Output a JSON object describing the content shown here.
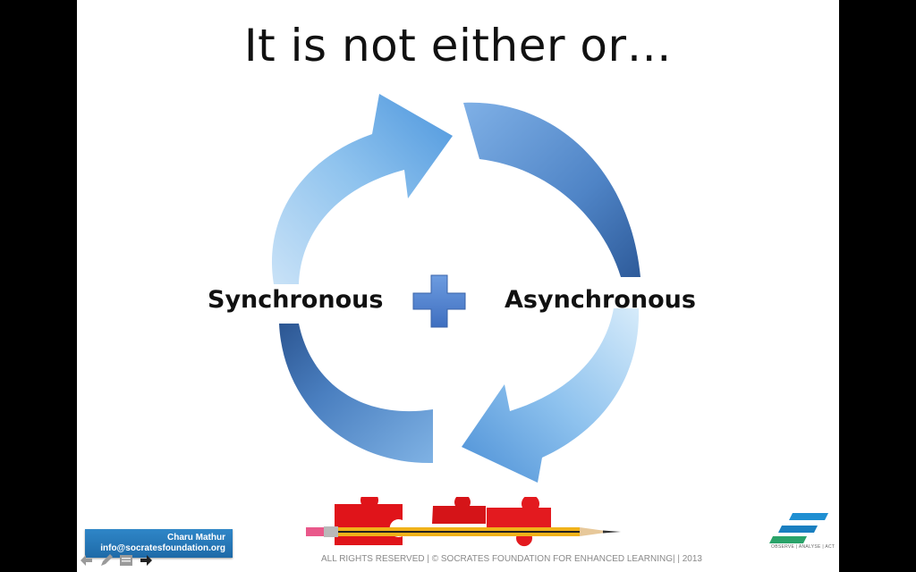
{
  "slide": {
    "title": "It is not either or…",
    "left_label": "Synchronous",
    "right_label": "Asynchronous",
    "footer": "ALL RIGHTS RESERVED  |   © SOCRATES FOUNDATION FOR ENHANCED LEARNING|  | 2013",
    "logo_tagline": "OBSERVE | ANALYSE | ACT"
  },
  "presenter": {
    "name": "Charu Mathur",
    "email": "info@socratesfoundation.org"
  },
  "toolbar": {
    "items": [
      "back-icon",
      "pen-icon",
      "menu-icon",
      "forward-icon"
    ]
  },
  "colors": {
    "arrow_light": "#9fcbef",
    "arrow_dark": "#3a6aa8",
    "plus": "#4a7fd0",
    "contact_bg": "#2277bb"
  }
}
